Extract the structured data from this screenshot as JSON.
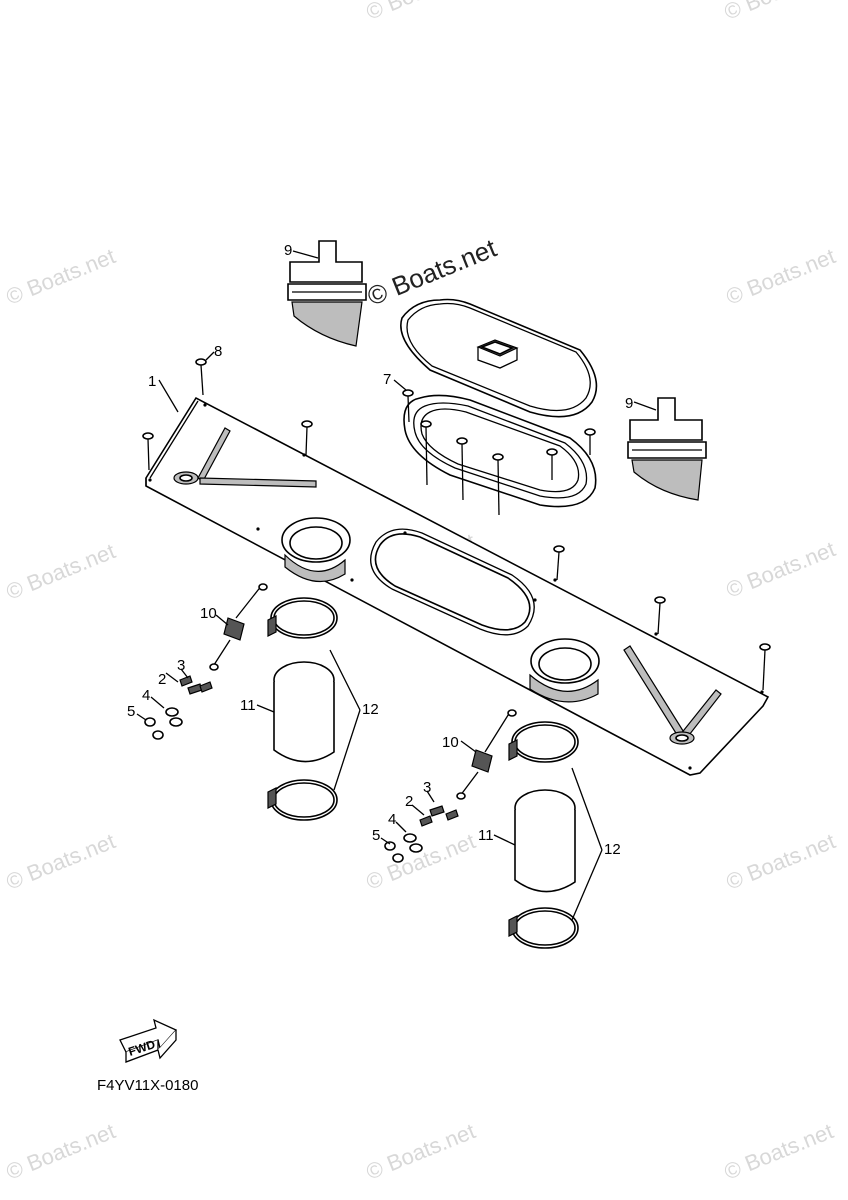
{
  "watermark": {
    "text": "© Boats.net",
    "main_text": "© Boats.net"
  },
  "diagram_code": "F4YV11X-0180",
  "fwd_label": "FWD",
  "callouts": {
    "c1": "1",
    "c2a": "2",
    "c3a": "3",
    "c4a": "4",
    "c5a": "5",
    "c2b": "2",
    "c3b": "3",
    "c4b": "4",
    "c5b": "5",
    "c7": "7",
    "c8": "8",
    "c9a": "9",
    "c9b": "9",
    "c10a": "10",
    "c10b": "10",
    "c11a": "11",
    "c11b": "11",
    "c12a": "12",
    "c12b": "12"
  }
}
